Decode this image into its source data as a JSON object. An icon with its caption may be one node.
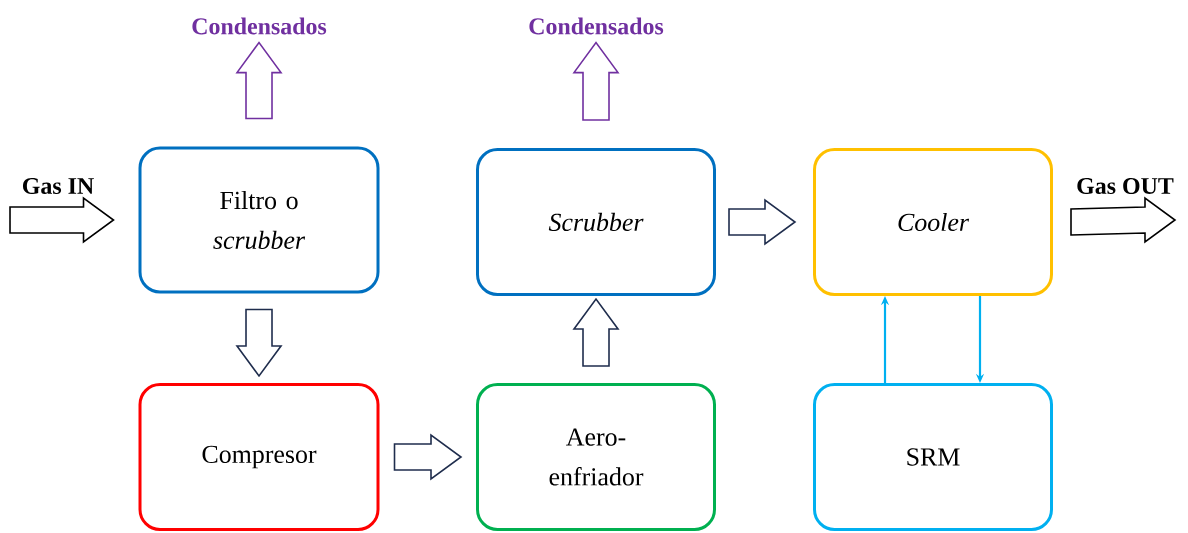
{
  "diagram": {
    "nodes": [
      {
        "text": [
          "Condensados"
        ]
      },
      {
        "text": [
          "Condensados"
        ]
      },
      {
        "text": [
          "Filtro o *scrubber*"
        ]
      },
      {
        "text": [
          "Scrubber"
        ]
      },
      {
        "text": [
          "Cooler"
        ]
      },
      {
        "text": [
          "Compresor"
        ]
      },
      {
        "text": [
          "Aero- enfriador"
        ]
      },
      {
        "text": [
          "SRM"
        ]
      }
    ],
    "edges": [
      {
        "from": 2,
        "to": 0,
        "arrow": "to",
        "style": "thick",
        "color": "#7030a0"
      },
      {
        "from": 3,
        "to": 1,
        "arrow": "to",
        "style": "thick",
        "color": "#7030a0"
      },
      {
        "from": null,
        "to": 2,
        "arrow": "to",
        "style": "thick",
        "color": "#000000"
      },
      {
        "from": 2,
        "to": 5,
        "arrow": "to",
        "style": "thick"
      },
      {
        "from": 5,
        "to": 6,
        "arrow": "to",
        "style": "thick"
      },
      {
        "from": 6,
        "to": 3,
        "arrow": "to",
        "style": "thick"
      },
      {
        "from": 3,
        "to": 4,
        "arrow": "to",
        "style": "thick"
      },
      {
        "from": 4,
        "to": null,
        "arrow": "to",
        "style": "thick",
        "color": "#000000"
      },
      {
        "from": 7,
        "to": 4,
        "arrow": "to",
        "color": "#00b0f0"
      },
      {
        "from": 4,
        "to": 7,
        "arrow": "to",
        "color": "#00b0f0"
      }
    ],
    "labels": [
      "Gas IN",
      "Gas OUT"
    ]
  }
}
